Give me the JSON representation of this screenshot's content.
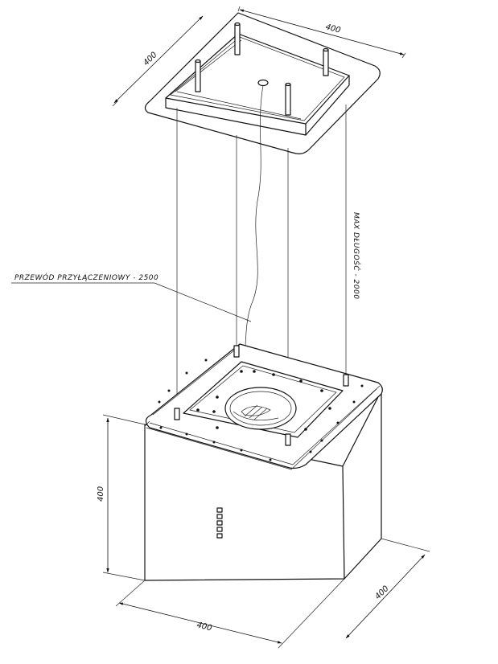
{
  "dimensions": {
    "mount_plate_width": "400",
    "mount_plate_depth": "400",
    "body_height": "400",
    "body_width": "400",
    "body_depth": "400"
  },
  "labels": {
    "cable_length": "PRZEWÓD PRZYŁĄCZENIOWY - 2500",
    "max_length": "MAX DŁUGOŚĆ - 2000"
  }
}
